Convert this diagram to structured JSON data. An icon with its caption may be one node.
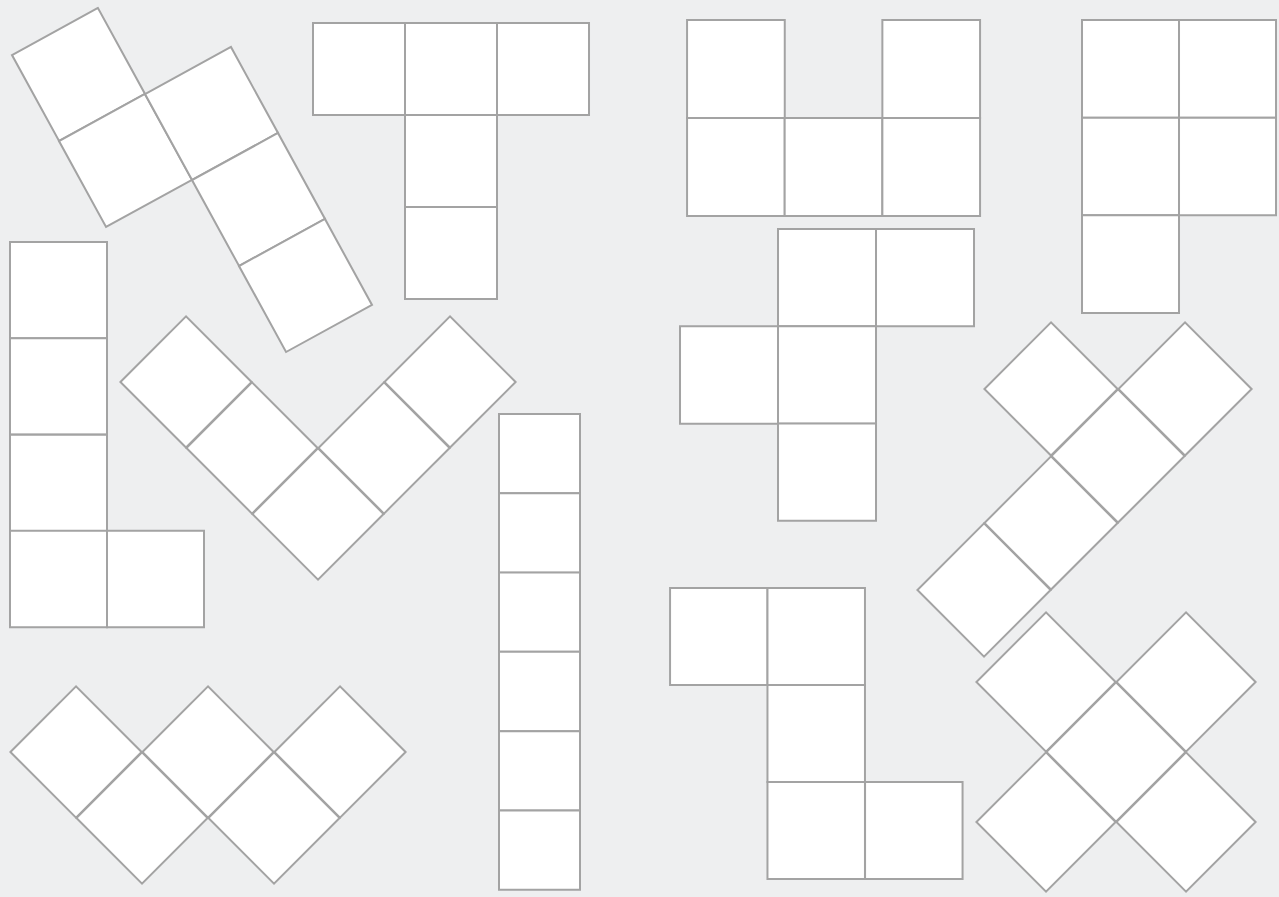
{
  "diagram": {
    "nodes": [
      {
        "text": [],
        "shape": "box"
      },
      {
        "text": [],
        "shape": "box"
      },
      {
        "text": [],
        "shape": "box"
      },
      {
        "text": [],
        "shape": "box"
      },
      {
        "text": [],
        "shape": "box"
      },
      {
        "text": [],
        "shape": "box"
      },
      {
        "text": [],
        "shape": "box"
      },
      {
        "text": [],
        "shape": "box"
      },
      {
        "text": [],
        "shape": "box"
      },
      {
        "text": [],
        "shape": "box"
      },
      {
        "text": [],
        "shape": "box"
      },
      {
        "text": [],
        "shape": "box"
      },
      {
        "text": [],
        "shape": "box"
      },
      {
        "text": [],
        "shape": "box"
      },
      {
        "text": [],
        "shape": "box"
      },
      {
        "text": [],
        "shape": "box"
      },
      {
        "text": [],
        "shape": "box"
      },
      {
        "text": [],
        "shape": "box"
      },
      {
        "text": [],
        "shape": "box"
      },
      {
        "text": [],
        "shape": "box"
      },
      {
        "text": [],
        "shape": "box"
      },
      {
        "text": [],
        "shape": "box"
      },
      {
        "text": [],
        "shape": "box"
      },
      {
        "text": [],
        "shape": "box"
      },
      {
        "text": [],
        "shape": "box"
      },
      {
        "text": [],
        "shape": "diamond"
      },
      {
        "text": [],
        "shape": "diamond"
      },
      {
        "text": [],
        "shape": "diamond"
      },
      {
        "text": [],
        "shape": "diamond"
      },
      {
        "text": [],
        "shape": "diamond"
      },
      {
        "text": [],
        "shape": "box"
      },
      {
        "text": [],
        "shape": "box"
      },
      {
        "text": [],
        "shape": "box"
      },
      {
        "text": [],
        "shape": "box"
      },
      {
        "text": [],
        "shape": "box"
      },
      {
        "text": [],
        "shape": "diamond"
      },
      {
        "text": [],
        "shape": "diamond"
      },
      {
        "text": [],
        "shape": "diamond"
      },
      {
        "text": [],
        "shape": "diamond"
      },
      {
        "text": [],
        "shape": "diamond"
      },
      {
        "text": [],
        "shape": "box"
      },
      {
        "text": [],
        "shape": "box"
      },
      {
        "text": [],
        "shape": "box"
      },
      {
        "text": [],
        "shape": "box"
      },
      {
        "text": [],
        "shape": "box"
      },
      {
        "text": [],
        "shape": "box"
      },
      {
        "text": [],
        "shape": "box"
      },
      {
        "text": [],
        "shape": "box"
      },
      {
        "text": [],
        "shape": "box"
      },
      {
        "text": [],
        "shape": "box"
      },
      {
        "text": [],
        "shape": "box"
      },
      {
        "text": [],
        "shape": "diamond"
      },
      {
        "text": [],
        "shape": "diamond"
      },
      {
        "text": [],
        "shape": "diamond"
      },
      {
        "text": [],
        "shape": "diamond"
      },
      {
        "text": [],
        "shape": "diamond"
      },
      {
        "text": [],
        "shape": "diamond"
      },
      {
        "text": [],
        "shape": "diamond"
      },
      {
        "text": [],
        "shape": "diamond"
      },
      {
        "text": [],
        "shape": "diamond"
      },
      {
        "text": [],
        "shape": "diamond"
      }
    ]
  }
}
